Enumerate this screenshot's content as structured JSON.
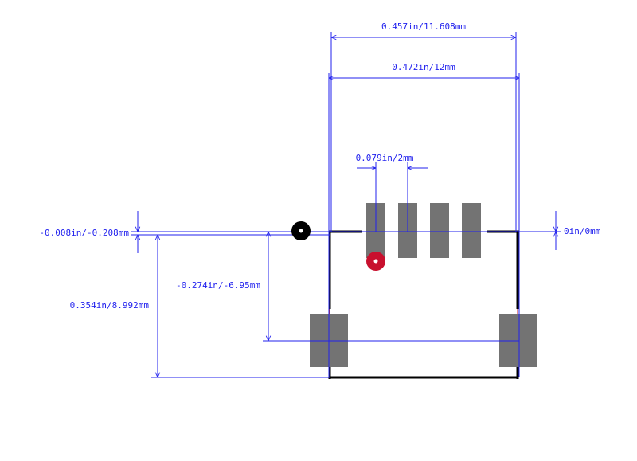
{
  "colors": {
    "background": "#ffffff",
    "dimension": "#2222ee",
    "pad": "#737373",
    "outline": "#000000",
    "courtyard": "#cc2222",
    "pin1_marker": "#c8102e",
    "origin_marker": "#000000"
  },
  "dimensions": {
    "overall_width_outer": "0.457in/11.608mm",
    "overall_width_body": "0.472in/12mm",
    "pin_pitch": "0.079in/2mm",
    "vertical_offset_left": "-0.008in/-0.208mm",
    "vertical_offset_right": "0in/0mm",
    "mount_pad_offset": "-0.274in/-6.95mm",
    "body_height": "0.354in/8.992mm"
  },
  "icons": {
    "origin": "origin-marker-icon",
    "pin1": "pin1-marker-icon"
  }
}
